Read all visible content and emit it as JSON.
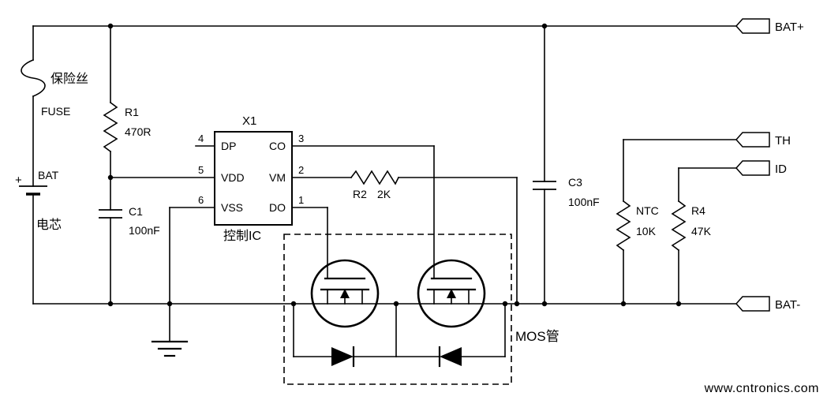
{
  "connectors": {
    "bat_plus": "BAT+",
    "th": "TH",
    "id": "ID",
    "bat_minus": "BAT-"
  },
  "annotations": {
    "fuse": "保险丝",
    "cell": "电芯",
    "control_ic": "控制IC",
    "mosfet": "MOS管"
  },
  "components": {
    "fuse": {
      "label": "FUSE"
    },
    "battery": {
      "label": "BAT",
      "polarity": "+"
    },
    "r1": {
      "ref": "R1",
      "value": "470R"
    },
    "c1": {
      "ref": "C1",
      "value": "100nF"
    },
    "ic": {
      "ref": "X1"
    },
    "r2": {
      "ref": "R2",
      "value": "2K"
    },
    "c3": {
      "ref": "C3",
      "value": "100nF"
    },
    "ntc": {
      "ref": "NTC",
      "value": "10K"
    },
    "r4": {
      "ref": "R4",
      "value": "47K"
    }
  },
  "ic_pins": {
    "dp": {
      "name": "DP",
      "num": "4"
    },
    "vdd": {
      "name": "VDD",
      "num": "5"
    },
    "vss": {
      "name": "VSS",
      "num": "6"
    },
    "co": {
      "name": "CO",
      "num": "3"
    },
    "vm": {
      "name": "VM",
      "num": "2"
    },
    "do": {
      "name": "DO",
      "num": "1"
    }
  },
  "watermark": "www.cntronics.com",
  "colors": {
    "wire": "#000000",
    "annotation": "#fe0000",
    "watermark": "#a9c938",
    "background": "#ffffff"
  }
}
